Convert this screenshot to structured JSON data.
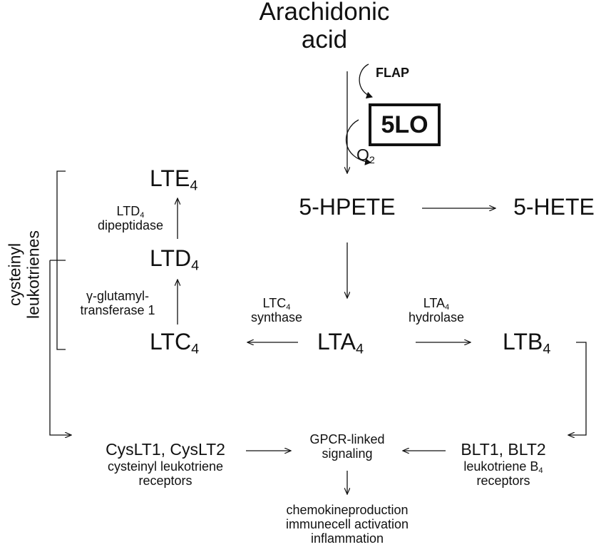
{
  "nodes": {
    "arachidonic_line1": "Arachidonic",
    "arachidonic_line2": "acid",
    "flap": "FLAP",
    "five_lo": "5LO",
    "o2": "O",
    "o2_sub": "2",
    "hpete": "5-HPETE",
    "hete": "5-HETE",
    "lte": "LTE",
    "lte_sub": "4",
    "ltd": "LTD",
    "ltd_sub": "4",
    "ltc": "LTC",
    "ltc_sub": "4",
    "lta": "LTA",
    "lta_sub": "4",
    "ltb": "LTB",
    "ltb_sub": "4"
  },
  "enzymes": {
    "ltd_dipeptidase_l1": "LTD",
    "ltd_dipeptidase_sub": "4",
    "ltd_dipeptidase_l2": "dipeptidase",
    "ggt_l1": "γ-glutamyl-",
    "ggt_l2": "transferase 1",
    "ltc_synthase_l1": "LTC",
    "ltc_synthase_sub": "4",
    "ltc_synthase_l2": "synthase",
    "lta_hydrolase_l1": "LTA",
    "lta_hydrolase_sub": "4",
    "lta_hydrolase_l2": "hydrolase"
  },
  "group_label": {
    "line1": "cysteinyl",
    "line2": "leukotrienes"
  },
  "receptors": {
    "cyslt_name": "CysLT1, CysLT2",
    "cyslt_desc1": "cysteinyl leukotriene",
    "cyslt_desc2": "receptors",
    "blt_name": "BLT1, BLT2",
    "blt_desc1_pre": "leukotriene B",
    "blt_desc1_sub": "4",
    "blt_desc2": "receptors"
  },
  "signaling": {
    "line1": "GPCR-linked",
    "line2": "signaling"
  },
  "outcomes": {
    "line1": "chemokineproduction",
    "line2": "immunecell activation",
    "line3": "inflammation"
  }
}
